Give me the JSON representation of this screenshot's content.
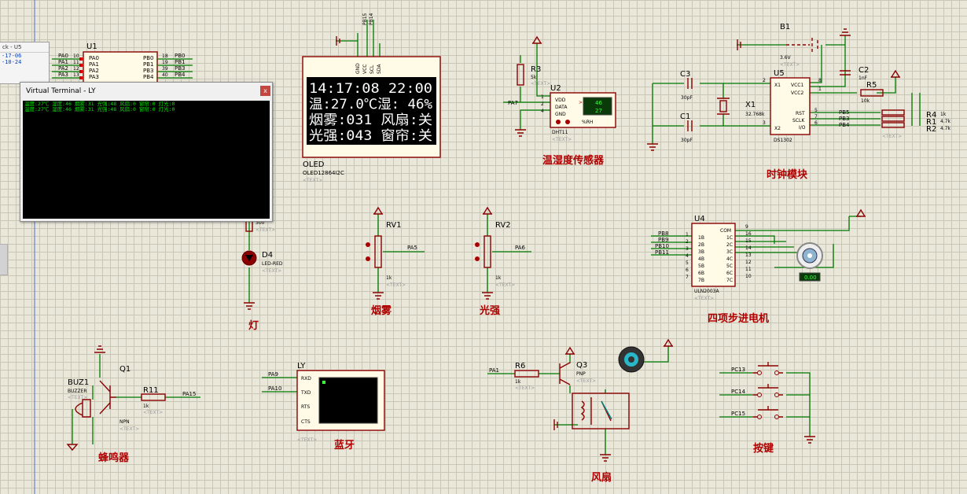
{
  "mini_window": {
    "title": "ck - U5",
    "line1": "-17-06",
    "line2": "-10-24"
  },
  "terminal": {
    "title": "Virtual Terminal - LY",
    "close": "x",
    "lines": [
      "温度:27℃ 湿度:46 烟雾:31 光强:48 风扇:0 窗帘:0 灯光:0",
      "温度:27℃ 湿度:46 烟雾:31 光强:48 风扇:0 窗帘:0 灯光:0"
    ]
  },
  "oled": {
    "label": "OLED",
    "part": "OLED12864I2C",
    "text": "<TEXT>",
    "pins": [
      "GND",
      "VCC",
      "SCL",
      "SDA"
    ],
    "pin_nets": [
      "PB15",
      "PB14"
    ],
    "rows": [
      "14:17:08   22:00",
      "温:27.0℃湿: 46%",
      "烟雾:031 风扇:关",
      "光强:043 窗帘:关"
    ]
  },
  "u1": {
    "label": "U1",
    "left_nets": [
      "PA0",
      "PA1",
      "PA2",
      "PA3"
    ],
    "left_nums": [
      "10",
      "11",
      "12",
      "13"
    ],
    "left_pins": [
      "PA0",
      "PA1",
      "PA2",
      "PA3"
    ],
    "right_pins": [
      "PB0",
      "PB1",
      "PB3",
      "PB4"
    ],
    "right_nums": [
      "18",
      "19",
      "39",
      "40"
    ],
    "right_nets": [
      "PB0",
      "PB1",
      "PB3",
      "PB4"
    ]
  },
  "dht": {
    "r_label": "R3",
    "r_val": "5k",
    "r_text": "<TEXT>",
    "u_label": "U2",
    "net": "PA7",
    "pins": [
      "VDD",
      "DATA",
      "GND"
    ],
    "nums": [
      "1",
      "2",
      "4"
    ],
    "disp1": "46",
    "disp2": "27",
    "rh": "%RH",
    "part": "DHT11",
    "text": "<TEXT>",
    "title": "温湿度传感器"
  },
  "clock": {
    "b_label": "B1",
    "b_val": "3.6V",
    "b_text": "<TEXT>",
    "c2": "C2",
    "c2_val": "1nF",
    "c3": "C3",
    "c3_val": "30pF",
    "c1": "C1",
    "c1_val": "30pF",
    "x1": "X1",
    "x1_val": "32.768k",
    "u5": "U5",
    "part": "DS1302",
    "r5": "R5",
    "r5_val": "10k",
    "pins_left": [
      "X1",
      "X2"
    ],
    "pins_right": [
      "VCC1",
      "VCC2",
      "RST",
      "SCLK",
      "I/O"
    ],
    "nums_left": [
      "2",
      "3"
    ],
    "nums_right": [
      "8",
      "1",
      "5",
      "7",
      "6"
    ],
    "nets": [
      "PB5",
      "PB3",
      "PB4"
    ],
    "r_labels": [
      "R4",
      "R1",
      "R2"
    ],
    "r_vals": [
      "1k",
      "4.7k",
      "4.7k"
    ],
    "text": "<TEXT>",
    "title": "时钟模块"
  },
  "lamp": {
    "r_val": "300",
    "r_text": "<TEXT>",
    "d_label": "D4",
    "d_part": "LED-RED",
    "d_text": "<TEXT>",
    "title": "灯"
  },
  "rv1": {
    "label": "RV1",
    "net": "PA5",
    "val": "1k",
    "text": "<TEXT>",
    "title": "烟雾"
  },
  "rv2": {
    "label": "RV2",
    "net": "PA6",
    "val": "1k",
    "text": "<TEXT>",
    "title": "光强"
  },
  "motor": {
    "u4": "U4",
    "part": "ULN2003A",
    "text": "<TEXT>",
    "nets": [
      "PB8",
      "PB9",
      "PB10",
      "PB11"
    ],
    "left_pins": [
      "1B",
      "2B",
      "3B",
      "4B",
      "5B",
      "6B",
      "7B"
    ],
    "left_nums": [
      "1",
      "2",
      "3",
      "4",
      "5",
      "6",
      "7"
    ],
    "right_pins": [
      "COM",
      "1C",
      "2C",
      "3C",
      "4C",
      "5C",
      "6C",
      "7C"
    ],
    "right_nums": [
      "9",
      "16",
      "15",
      "14",
      "13",
      "12",
      "11",
      "10"
    ],
    "readout": "0.00",
    "title": "四项步进电机"
  },
  "buzzer": {
    "q1": "Q1",
    "buz": "BUZ1",
    "buz_part": "BUZZER",
    "buz_text": "<TEXT>",
    "r11": "R11",
    "r_val": "1k",
    "r_text": "<TEXT>",
    "net": "PA15",
    "npn": "NPN",
    "npn_text": "<TEXT>",
    "title": "蜂鸣器"
  },
  "bt": {
    "label": "LY",
    "nets": [
      "PA9",
      "PA10"
    ],
    "pins": [
      "RXD",
      "TXD",
      "RTS",
      "CTS"
    ],
    "text": "<TEXT>",
    "title": "蓝牙"
  },
  "fan": {
    "net": "PA1",
    "r6": "R6",
    "r_val": "1k",
    "r_text": "<TEXT>",
    "q3": "Q3",
    "pnp": "PNP",
    "pnp_text": "<TEXT>",
    "title": "风扇"
  },
  "keys": {
    "nets": [
      "PC13",
      "PC14",
      "PC15"
    ],
    "title": "按键"
  }
}
